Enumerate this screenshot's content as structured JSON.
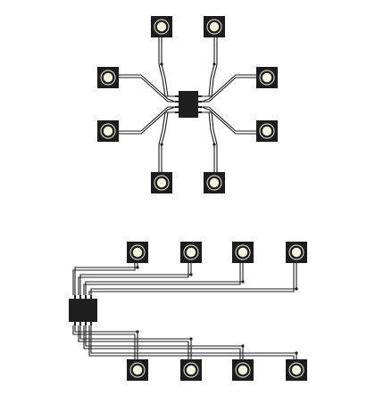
{
  "diagrams": [
    {
      "name": "radial-layout",
      "led_count": 8,
      "driver_pins_per_side": 4
    },
    {
      "name": "bus-layout",
      "led_count": 8,
      "driver_pins_per_side": 4
    }
  ],
  "colors": {
    "component": "#1c1c1c",
    "wire": "#1c1c1c",
    "led_glow": "#f6f3df",
    "led_ring": "#c9c9c0",
    "background": "#ffffff"
  },
  "icons": {
    "led": "led-module-icon",
    "driver": "driver-chip-icon"
  }
}
